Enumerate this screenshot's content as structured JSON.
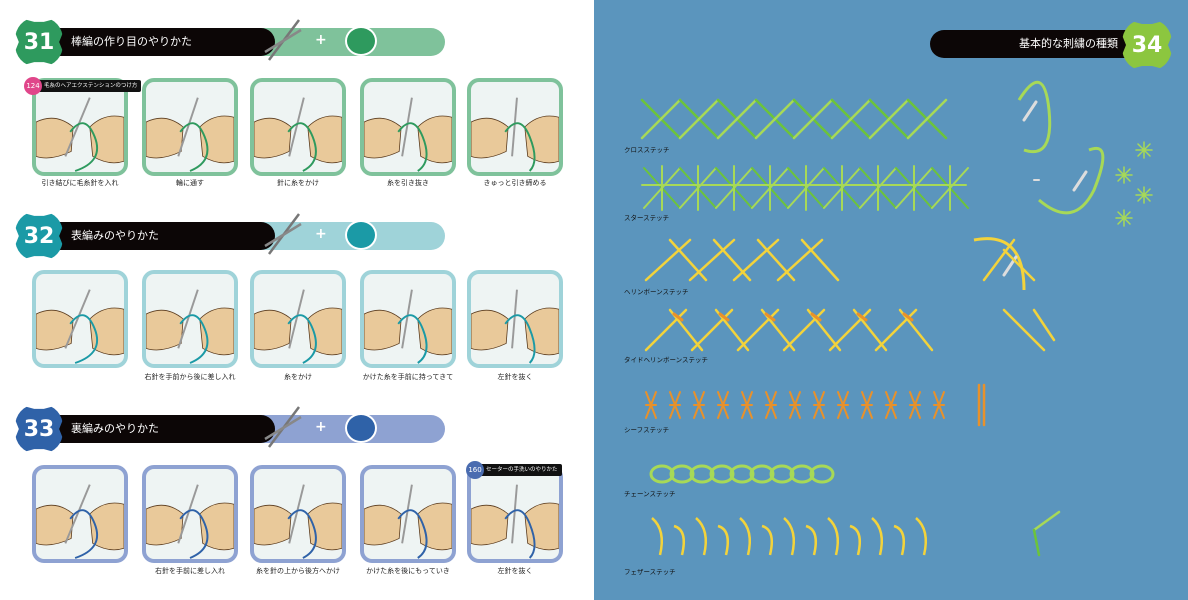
{
  "colors": {
    "green": "#2e9a5e",
    "green_light": "#7fc29b",
    "teal": "#1b9aa6",
    "teal_light": "#9fd3d9",
    "blue": "#2f62a8",
    "blue_light": "#8ea2d2",
    "page_blue": "#5b95bd",
    "badge34": "#8cc63f"
  },
  "sections": [
    {
      "number": "31",
      "title": "棒編の作り目のやりかた",
      "ref": {
        "num": "124",
        "text": "毛糸のヘアエクステンションのつけ方"
      },
      "captions": [
        "引き結びに毛糸針を入れ",
        "輪に通す",
        "針に糸をかけ",
        "糸を引き抜き",
        "きゅっと引き締める"
      ]
    },
    {
      "number": "32",
      "title": "表編みのやりかた",
      "captions": [
        "",
        "右針を手前から後に差し入れ",
        "糸をかけ",
        "かけた糸を手前に持ってきて",
        "左針を抜く"
      ]
    },
    {
      "number": "33",
      "title": "裏編みのやりかた",
      "ref": {
        "num": "160",
        "text": "セーターの手洗いのやりかた"
      },
      "captions": [
        "",
        "右針を手前に差し入れ",
        "糸を針の上から後方へかけ",
        "かけた糸を後にもっていき",
        "左針を抜く"
      ]
    }
  ],
  "plus": "+",
  "right": {
    "number": "34",
    "title": "基本的な刺繍の種類",
    "stitches": [
      "クロスステッチ",
      "スターステッチ",
      "ヘリンボーンステッチ",
      "タイドヘリンボーンステッチ",
      "シーフステッチ",
      "チェーンステッチ",
      "フェザーステッチ"
    ]
  }
}
